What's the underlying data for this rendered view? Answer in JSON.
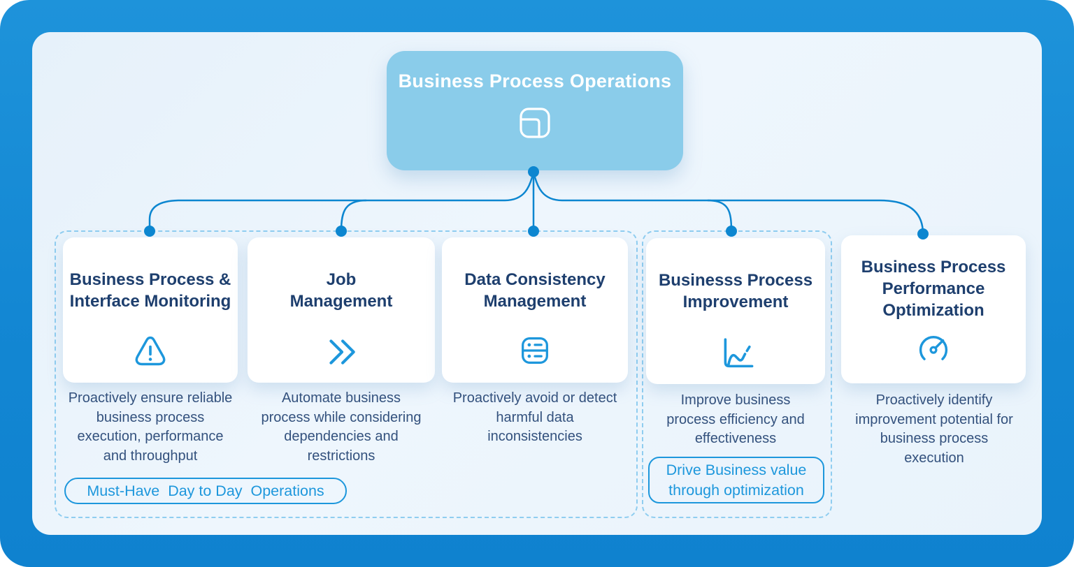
{
  "root": {
    "title": "Business Process Operations",
    "icon": "window-layout-icon"
  },
  "cards": [
    {
      "title": "Business Process &\nInterface Monitoring",
      "icon": "warning-triangle-icon",
      "description": "Proactively ensure reliable\nbusiness process\nexecution, performance\nand throughput"
    },
    {
      "title": "Job\nManagement",
      "icon": "double-chevron-icon",
      "description": "Automate business\nprocess while considering\ndependencies and\nrestrictions"
    },
    {
      "title": "Data Consistency\nManagement",
      "icon": "database-icon",
      "description": "Proactively avoid or detect\nharmful data\ninconsistencies"
    },
    {
      "title": "Businesss Process\nImprovement",
      "icon": "line-chart-icon",
      "description": "Improve business\nprocess efficiency and\neffectiveness"
    },
    {
      "title": "Business Process\nPerformance\nOptimization",
      "icon": "gauge-icon",
      "description": "Proactively identify\nimprovement potential for\nbusiness process\nexecution"
    }
  ],
  "groups": [
    {
      "badge": "Must-Have  Day to Day  Operations"
    },
    {
      "badge": "Drive Business value\nthrough optimization"
    }
  ],
  "colors": {
    "frame_blue": "#1387d3",
    "panel_background": "#eaf3fb",
    "root_box_fill": "#8accea",
    "root_title_text": "#ffffff",
    "connector_blue": "#0c86d0",
    "dashed_border": "#8fcdf0",
    "card_background": "#ffffff",
    "card_title_text": "#1e3f6e",
    "description_text": "#33517d",
    "accent_blue": "#1d97dc"
  }
}
